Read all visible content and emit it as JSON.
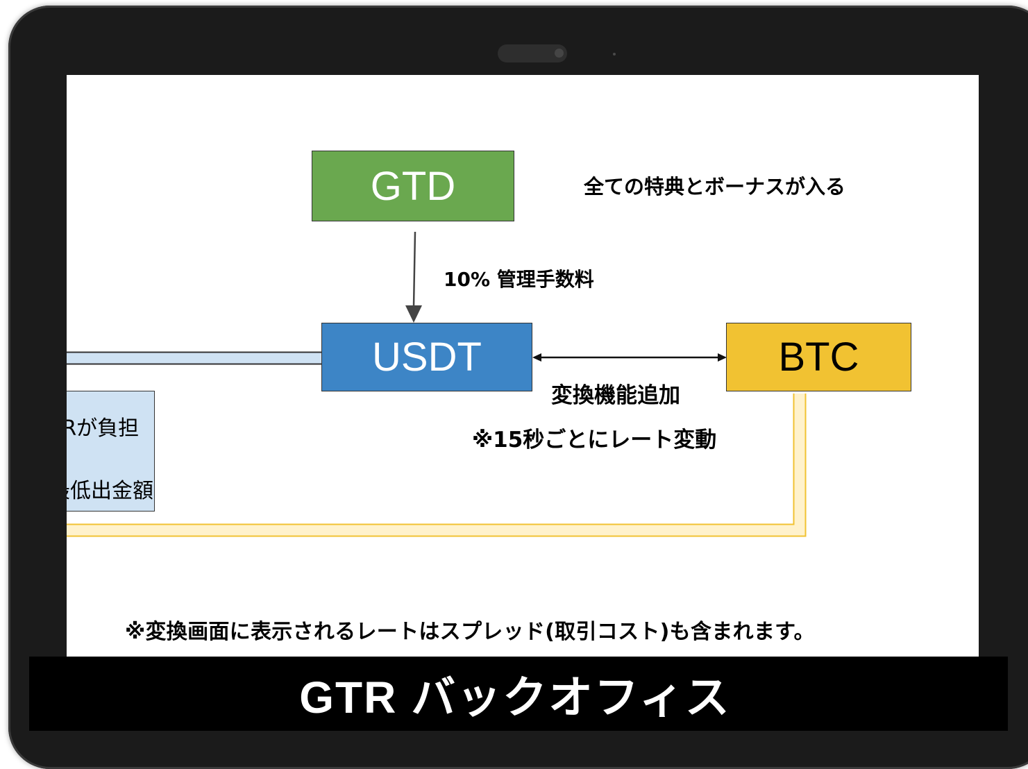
{
  "diagram": {
    "nodes": {
      "gtd": "GTD",
      "usdt": "USDT",
      "btc": "BTC"
    },
    "labels": {
      "bonus": "全ての特典とボーナスが入る",
      "fee": "10% 管理手数料",
      "convert": "変換機能追加",
      "rate_change": "※15秒ごとにレート変動"
    },
    "side_box": {
      "line1": "TRが負担",
      "line2": "最低出金額"
    },
    "note": "※変換画面に表示されるレートはスプレッド(取引コスト)も含まれます。",
    "colors": {
      "gtd": "#6aa84f",
      "usdt": "#3d85c6",
      "btc": "#f1c232",
      "side_box": "#cfe2f3",
      "blue_connector": "#cfe2f3",
      "yellow_connector": "#fff2cc"
    }
  },
  "footer": {
    "title": "GTR バックオフィス"
  }
}
